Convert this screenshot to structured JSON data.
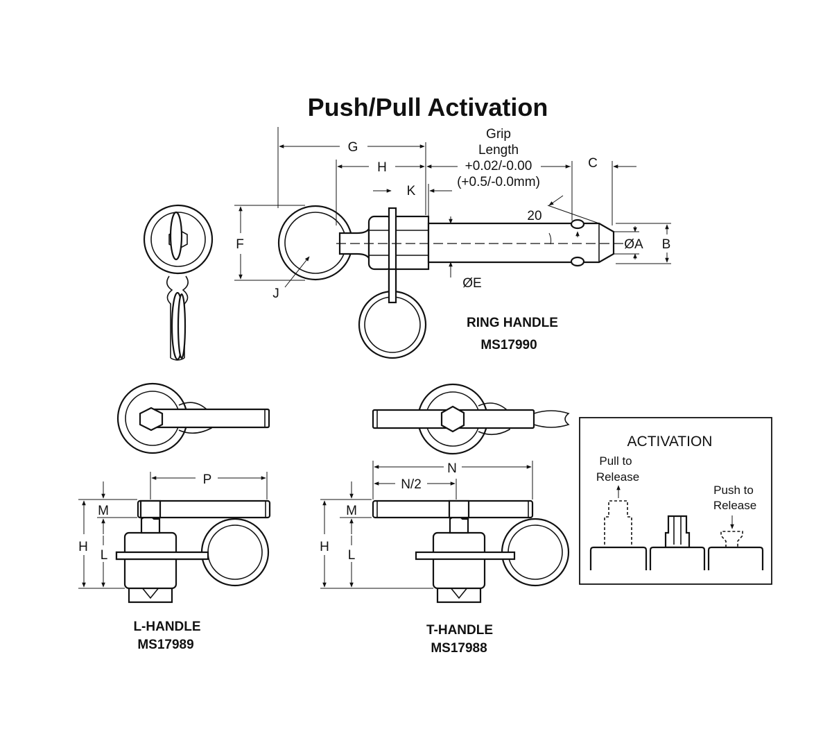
{
  "title": "Push/Pull Activation",
  "ring_handle": {
    "caption": "RING HANDLE",
    "part_number": "MS17990",
    "labels": {
      "G": "G",
      "H": "H",
      "K": "K",
      "C": "C",
      "F": "F",
      "J": "J",
      "A": "ØA",
      "B": "B",
      "E": "ØE",
      "angle": "20",
      "grip_1": "Grip",
      "grip_2": "Length",
      "grip_3": "+0.02/-0.00",
      "grip_4": "(+0.5/-0.0mm)"
    }
  },
  "l_handle": {
    "caption": "L-HANDLE",
    "part_number": "MS17989",
    "labels": {
      "P": "P",
      "M": "M",
      "H": "H",
      "L": "L"
    }
  },
  "t_handle": {
    "caption": "T-HANDLE",
    "part_number": "MS17988",
    "labels": {
      "N": "N",
      "N2": "N/2",
      "M": "M",
      "H": "H",
      "L": "L"
    }
  },
  "activation_box": {
    "title": "ACTIVATION",
    "pull_1": "Pull to",
    "pull_2": "Release",
    "push_1": "Push to",
    "push_2": "Release"
  }
}
